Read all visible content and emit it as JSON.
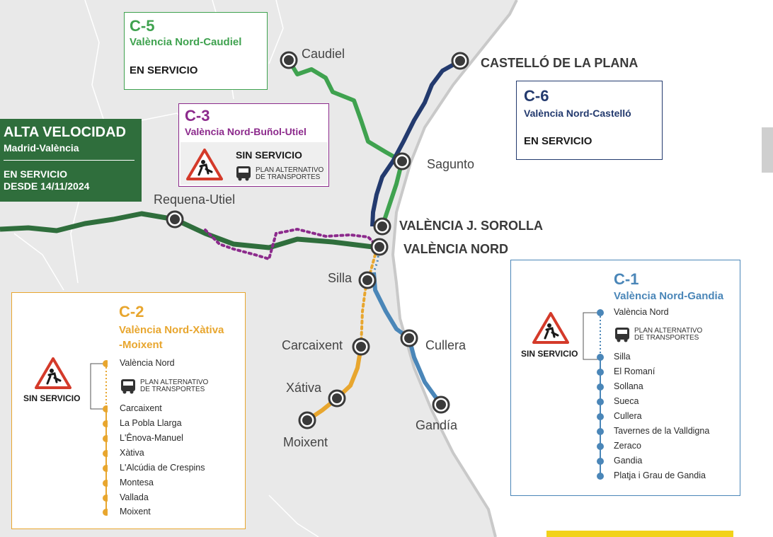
{
  "colors": {
    "green_dark": "#2f6e3c",
    "green": "#3fa24f",
    "purple": "#8c2a8c",
    "navy": "#233a6e",
    "blue": "#4a86b8",
    "orange": "#e8a62e",
    "warning_red": "#d43a2a"
  },
  "lines": {
    "c5": {
      "code": "C-5",
      "route": "València Nord-Caudiel",
      "status": "EN SERVICIO"
    },
    "c3": {
      "code": "C-3",
      "route": "València Nord-Buñol-Utiel",
      "status": "SIN SERVICIO",
      "alt": [
        "PLAN ALTERNATIVO",
        "DE TRANSPORTES"
      ]
    },
    "av": {
      "title": "ALTA VELOCIDAD",
      "route": "Madrid-València",
      "status": [
        "EN SERVICIO",
        "DESDE 14/11/2024"
      ]
    },
    "c6": {
      "code": "C-6",
      "route": "València Nord-Castelló",
      "status": "EN SERVICIO"
    },
    "c2": {
      "code": "C-2",
      "route": [
        "València Nord-Xàtiva",
        "-Moixent"
      ],
      "status": "SIN SERVICIO",
      "alt": [
        "PLAN ALTERNATIVO",
        "DE TRANSPORTES"
      ],
      "stations": [
        "València Nord",
        "Carcaixent",
        "La Pobla Llarga",
        "L'Ênova-Manuel",
        "Xàtiva",
        "L'Alcúdia de Crespins",
        "Montesa",
        "Vallada",
        "Moixent"
      ]
    },
    "c1": {
      "code": "C-1",
      "route": "València Nord-Gandia",
      "status": "SIN SERVICIO",
      "alt": [
        "PLAN ALTERNATIVO",
        "DE TRANSPORTES"
      ],
      "stations": [
        "València Nord",
        "Silla",
        "El Romaní",
        "Sollana",
        "Sueca",
        "Cullera",
        "Tavernes de la Valldigna",
        "Zeraco",
        "Gandia",
        "Platja i Grau de Gandia"
      ]
    }
  },
  "map_labels": {
    "caudiel": "Caudiel",
    "castello": "CASTELLÓ DE LA PLANA",
    "sagunto": "Sagunto",
    "requena": "Requena-Utiel",
    "sorolla": "VALÈNCIA J. SOROLLA",
    "nord": "VALÈNCIA NORD",
    "silla": "Silla",
    "carcaixent": "Carcaixent",
    "cullera": "Cullera",
    "xativa": "Xátiva",
    "gandia": "Gandía",
    "moixent": "Moixent"
  }
}
